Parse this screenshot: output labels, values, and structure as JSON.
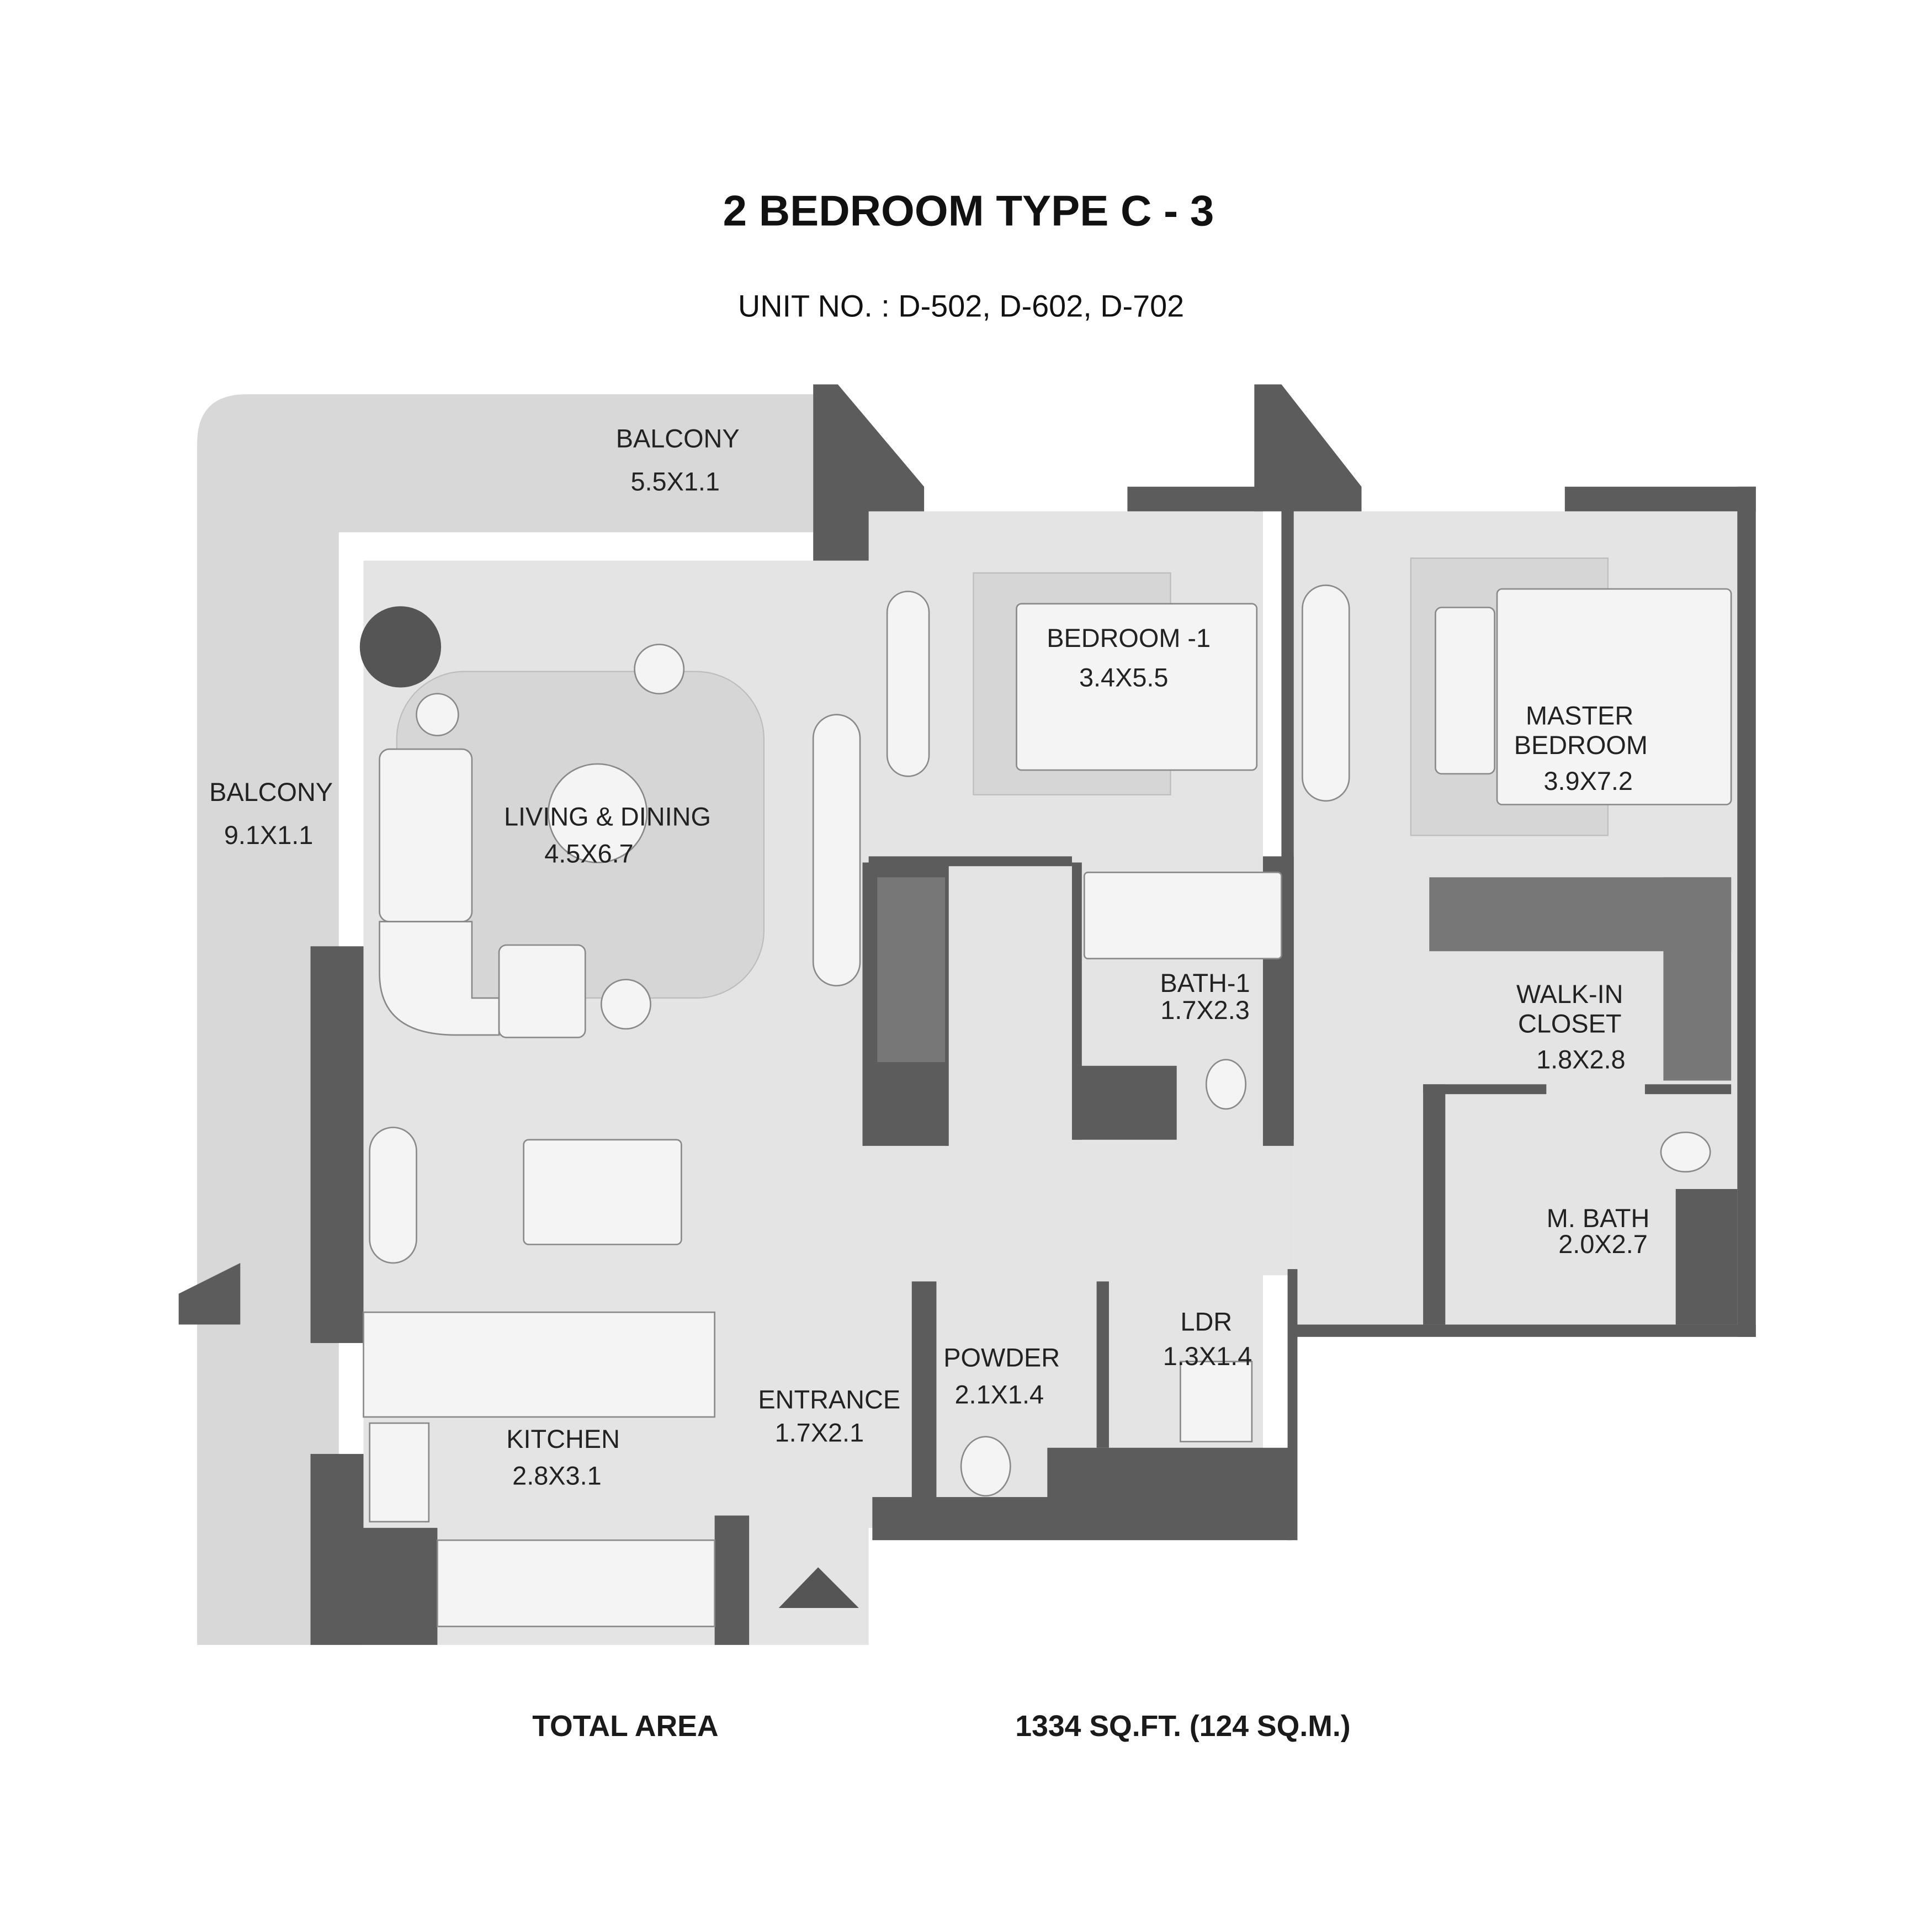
{
  "header": {
    "title": "2 BEDROOM TYPE C - 3",
    "unit_numbers": "UNIT NO. : D-502, D-602, D-702"
  },
  "rooms": {
    "balcony_top": {
      "name": "BALCONY",
      "size": "5.5X1.1"
    },
    "balcony_left": {
      "name": "BALCONY",
      "size": "9.1X1.1"
    },
    "living": {
      "name": "LIVING & DINING",
      "size": "4.5X6.7"
    },
    "bedroom1": {
      "name": "BEDROOM -1",
      "size": "3.4X5.5"
    },
    "master": {
      "name_line1": "MASTER",
      "name_line2": "BEDROOM",
      "size": "3.9X7.2"
    },
    "bath1": {
      "name": "BATH-1",
      "size": "1.7X2.3"
    },
    "closet": {
      "name_line1": "WALK-IN",
      "name_line2": "CLOSET",
      "size": "1.8X2.8"
    },
    "mbath": {
      "name": "M. BATH",
      "size": "2.0X2.7"
    },
    "ldr": {
      "name": "LDR",
      "size": "1.3X1.4"
    },
    "powder": {
      "name": "POWDER",
      "size": "2.1X1.4"
    },
    "entrance": {
      "name": "ENTRANCE",
      "size": "1.7X2.1"
    },
    "kitchen": {
      "name": "KITCHEN",
      "size": "2.8X3.1"
    }
  },
  "footer": {
    "total_label": "TOTAL AREA",
    "total_value": "1334 SQ.FT. (124 SQ.M.)"
  },
  "colors": {
    "wall": "#5c5c5c",
    "floor": "#e4e4e4",
    "balcony": "#d8d8d8"
  }
}
